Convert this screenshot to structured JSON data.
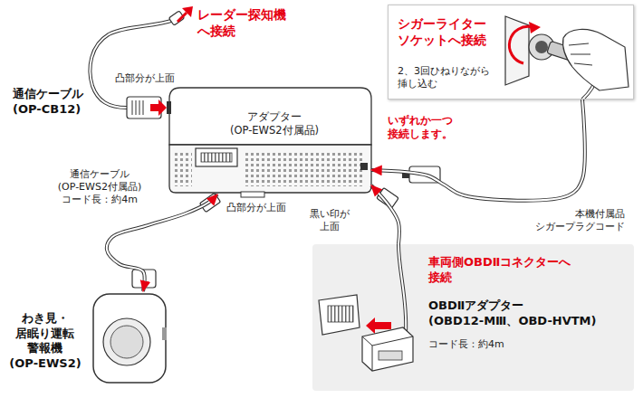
{
  "diagram": {
    "nodes": [
      {
        "text": [
          "シガーライター ソケットへ接続",
          "2、3回ひねりながら 挿し込む"
        ]
      },
      {
        "text": [
          "アダプター (OP-EWS2付属品)"
        ]
      },
      {
        "text": [
          "車両側OBDⅡコネクターへ 接続",
          "OBDⅡアダプター (OBD12-MⅢ、OBD-HVTM)",
          "コード長：約4m"
        ]
      },
      {
        "text": [
          "わき見・ 居眠り運転 警報機 (OP-EWS2)"
        ]
      }
    ],
    "edges": [
      {
        "from": 0,
        "to": 1,
        "arrow": "to"
      },
      {
        "from": 2,
        "to": 1,
        "arrow": "to"
      },
      {
        "from": 3,
        "to": 1,
        "arrow": "both"
      }
    ],
    "labels": [
      "レーダー探知機 へ接続",
      "凸部分が上面",
      "通信ケーブル (OP-CB12)",
      "いずれか一つ 接続します。",
      "通信ケーブル (OP-EWS2付属品) コード長：約4m",
      "凸部分が上面",
      "黒い印が 上面",
      "本機付属品 シガープラグコード"
    ]
  }
}
